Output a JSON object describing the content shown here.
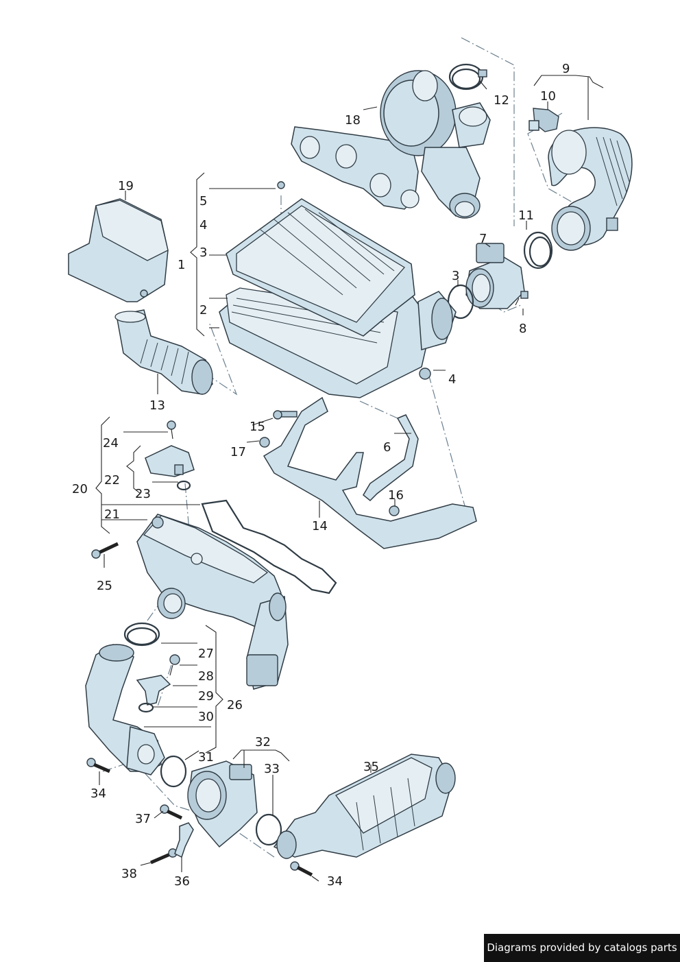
{
  "labels": [
    "1",
    "2",
    "3",
    "4",
    "5",
    "6",
    "7",
    "8",
    "9",
    "10",
    "11",
    "12",
    "13",
    "14",
    "15",
    "16",
    "17",
    "18",
    "19",
    "20",
    "21",
    "22",
    "23",
    "24",
    "25",
    "26",
    "27",
    "28",
    "29",
    "30",
    "31",
    "32",
    "33",
    "34",
    "35",
    "36",
    "37",
    "38"
  ],
  "footer": {
    "text": "Diagrams provided by catalogs parts"
  }
}
